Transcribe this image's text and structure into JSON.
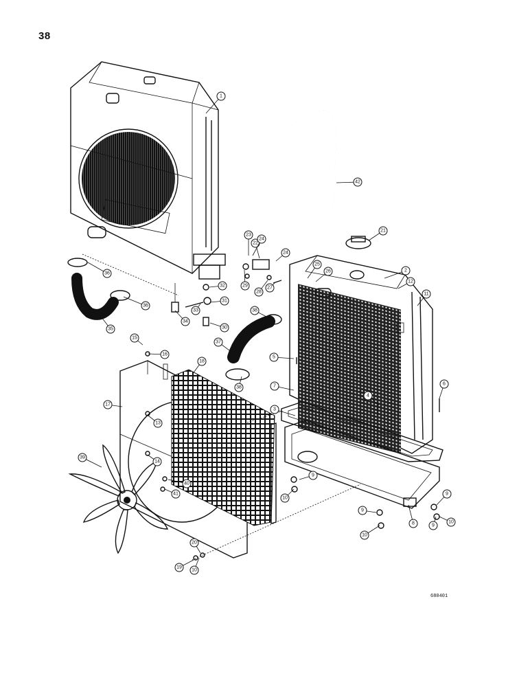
{
  "page": {
    "number": "38",
    "drawing_code": "680401"
  },
  "callouts": [
    {
      "label": "1"
    },
    {
      "label": "2"
    },
    {
      "label": "3"
    },
    {
      "label": "4"
    },
    {
      "label": "5"
    },
    {
      "label": "6"
    },
    {
      "label": "7"
    },
    {
      "label": "8"
    },
    {
      "label": "9"
    },
    {
      "label": "9"
    },
    {
      "label": "9"
    },
    {
      "label": "9"
    },
    {
      "label": "10"
    },
    {
      "label": "10"
    },
    {
      "label": "10"
    },
    {
      "label": "10"
    },
    {
      "label": "11"
    },
    {
      "label": "12"
    },
    {
      "label": "13"
    },
    {
      "label": "14"
    },
    {
      "label": "15"
    },
    {
      "label": "16"
    },
    {
      "label": "17"
    },
    {
      "label": "18"
    },
    {
      "label": "19"
    },
    {
      "label": "20"
    },
    {
      "label": "21"
    },
    {
      "label": "22"
    },
    {
      "label": "23"
    },
    {
      "label": "24"
    },
    {
      "label": "24"
    },
    {
      "label": "25"
    },
    {
      "label": "26"
    },
    {
      "label": "27"
    },
    {
      "label": "28"
    },
    {
      "label": "29"
    },
    {
      "label": "30"
    },
    {
      "label": "31"
    },
    {
      "label": "32"
    },
    {
      "label": "33"
    },
    {
      "label": "34"
    },
    {
      "label": "35"
    },
    {
      "label": "36"
    },
    {
      "label": "36"
    },
    {
      "label": "37"
    },
    {
      "label": "38"
    },
    {
      "label": "38"
    },
    {
      "label": "39"
    },
    {
      "label": "40"
    },
    {
      "label": "41"
    },
    {
      "label": "42"
    }
  ]
}
